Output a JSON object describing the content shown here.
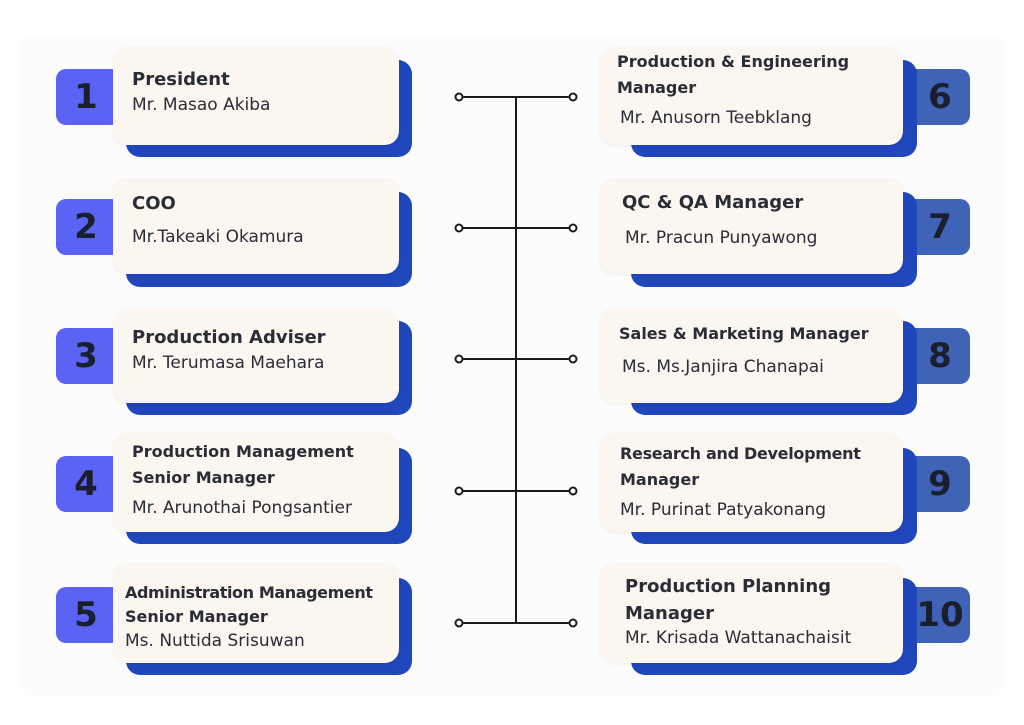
{
  "left_positions": [
    {
      "number": "1",
      "title": "President",
      "name": "Mr. Masao Akiba"
    },
    {
      "number": "2",
      "title": "COO",
      "name": "Mr.Takeaki Okamura"
    },
    {
      "number": "3",
      "title": "Production Adviser",
      "name": "Mr. Terumasa Maehara"
    },
    {
      "number": "4",
      "title_lines": [
        "Production Management",
        "Senior Manager"
      ],
      "name": "Mr. Arunothai Pongsantier"
    },
    {
      "number": "5",
      "title_lines": [
        "Administration Management",
        "Senior Manager"
      ],
      "name": "Ms. Nuttida Srisuwan"
    }
  ],
  "right_positions": [
    {
      "number": "6",
      "title_lines": [
        "Production & Engineering",
        "Manager"
      ],
      "name": "Mr. Anusorn Teebklang"
    },
    {
      "number": "7",
      "title": "QC & QA Manager",
      "name": "Mr. Pracun Punyawong"
    },
    {
      "number": "8",
      "title": "Sales & Marketing Manager",
      "name": "Ms. Ms.Janjira Chanapai"
    },
    {
      "number": "9",
      "title_lines": [
        "Research and Development",
        "Manager"
      ],
      "name": "Mr. Purinat Patyakonang"
    },
    {
      "number": "10",
      "title_lines": [
        "Production Planning",
        "Manager"
      ],
      "name": "Mr. Krisada Wattanachaisit"
    }
  ],
  "colors": {
    "left_number_bg": "#5a63f4",
    "right_number_bg": "#3f63b6",
    "card_shadow": "#1f46bb",
    "card_bg": "#fbf6f0",
    "connector": "#1b1b1b"
  }
}
